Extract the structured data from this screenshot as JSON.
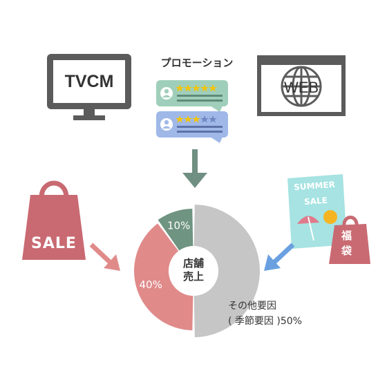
{
  "media": {
    "tvcm_label": "TVCM",
    "web_label": "WEB",
    "promotion_label": "プロモーション"
  },
  "sale_bag": {
    "label": "SALE"
  },
  "poster": {
    "line1": "SUMMER",
    "line2": "SALE"
  },
  "lucky_bag": {
    "char1": "福",
    "char2": "袋"
  },
  "center": {
    "line1": "店舗",
    "line2": "売上"
  },
  "chart_data": {
    "type": "pie",
    "title": "",
    "center_label": "店舗売上",
    "slices": [
      {
        "label": "その他要因 ( 季節要因 )",
        "value": 50,
        "value_label": "50%",
        "color": "#c6c6c6"
      },
      {
        "label": "",
        "value": 40,
        "value_label": "40%",
        "color": "#e08a8a"
      },
      {
        "label": "",
        "value": 10,
        "value_label": "10%",
        "color": "#6f9481"
      }
    ]
  },
  "other_label": {
    "line1": "その他要因",
    "line2": "( 季節要因 )50%"
  },
  "colors": {
    "tv_gray": "#5b5b5b",
    "arrow_green": "#6f8f82",
    "arrow_pink": "#e08a8a",
    "arrow_blue": "#6aa0e0",
    "sale_bag": "#c96a72",
    "review_green": "#9fcfba",
    "review_blue": "#9fb8e8",
    "star_gold": "#f1c40f"
  },
  "reviews": [
    {
      "filled_stars": 5,
      "total_stars": 5
    },
    {
      "filled_stars": 3,
      "total_stars": 5
    }
  ]
}
